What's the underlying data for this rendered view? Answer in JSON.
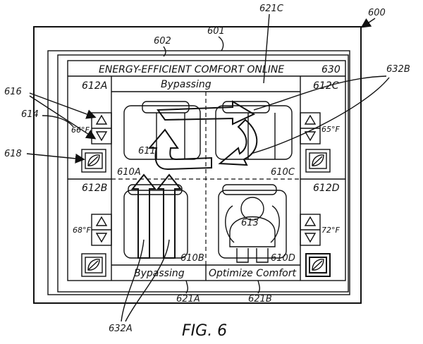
{
  "figure": {
    "caption": "FIG. 6",
    "title": "ENERGY-EFFICIENT COMFORT ONLINE",
    "title_ref": "630",
    "refs": {
      "r600": "600",
      "r601": "601",
      "r602": "602",
      "r621C": "621C",
      "r632B": "632B",
      "r616": "616",
      "r614": "614",
      "r618": "618",
      "r612A": "612A",
      "r612B": "612B",
      "r612C": "612C",
      "r612D": "612D",
      "r610A": "610A",
      "r610B": "610B",
      "r610C": "610C",
      "r610D": "610D",
      "r611": "611",
      "r613": "613",
      "r621A": "621A",
      "r621B": "621B",
      "r632A": "632A"
    },
    "status": {
      "top": "Bypassing",
      "bottom_left": "Bypassing",
      "bottom_right": "Optimize Comfort"
    },
    "temps": {
      "t612A": "66°F",
      "t612C": "65°F",
      "t612B": "68°F",
      "t612D": "72°F"
    },
    "icons": {
      "up": "up-triangle-icon",
      "down": "down-triangle-icon",
      "leaf": "leaf-icon"
    }
  }
}
